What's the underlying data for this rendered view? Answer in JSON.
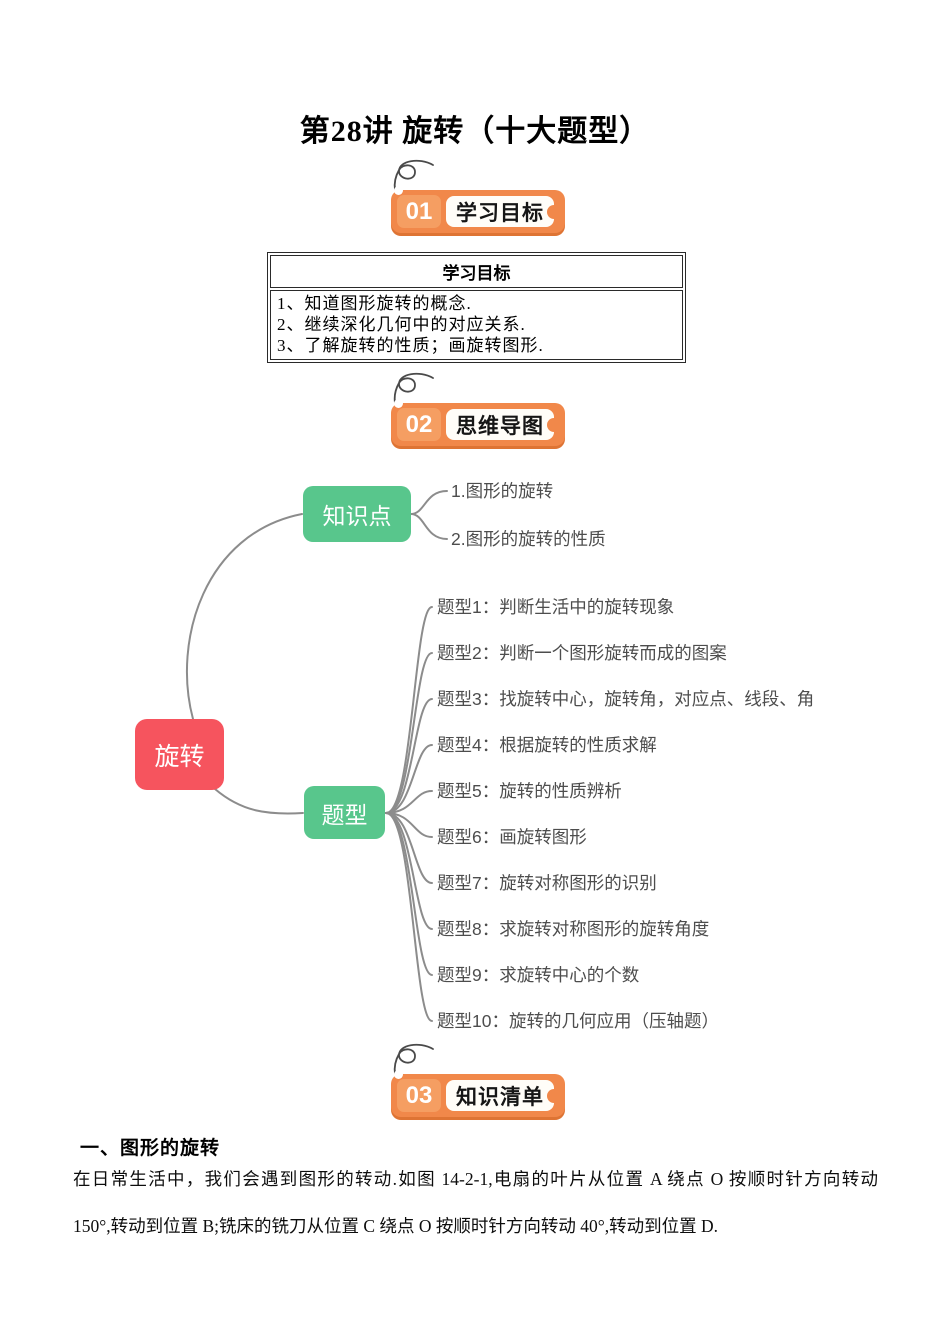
{
  "page_title": "第28讲 旋转（十大题型）",
  "section_badges": [
    {
      "number": "01",
      "label": "学习目标"
    },
    {
      "number": "02",
      "label": "思维导图"
    },
    {
      "number": "03",
      "label": "知识清单"
    }
  ],
  "objectives": {
    "header": "学习目标",
    "items": [
      "1、知道图形旋转的概念.",
      "2、继续深化几何中的对应关系.",
      "3、了解旋转的性质；画旋转图形."
    ]
  },
  "mindmap": {
    "root_label": "旋转",
    "branches": [
      {
        "label": "知识点",
        "items": [
          "1.图形的旋转",
          "2.图形的旋转的性质"
        ]
      },
      {
        "label": "题型",
        "items": [
          "题型1：判断生活中的旋转现象",
          "题型2：判断一个图形旋转而成的图案",
          "题型3：找旋转中心，旋转角，对应点、线段、角",
          "题型4：根据旋转的性质求解",
          "题型5：旋转的性质辨析",
          "题型6：画旋转图形",
          "题型7：旋转对称图形的识别",
          "题型8：求旋转对称图形的旋转角度",
          "题型9：求旋转中心的个数",
          "题型10：旋转的几何应用（压轴题）"
        ]
      }
    ]
  },
  "knowledge_section": {
    "heading": "一、图形的旋转",
    "paragraph_lines": [
      "在日常生活中，我们会遇到图形的转动.如图 14-2-1,电扇的叶片从位置 A 绕点 O 按顺时针方向转动",
      "150°,转动到位置 B;铣床的铣刀从位置 C 绕点 O 按顺时针方向转动 40°,转动到位置 D."
    ]
  },
  "colors": {
    "badge_orange": "#F1884A",
    "badge_orange_dark": "#DE7434",
    "node_green": "#58C68C",
    "node_red": "#F6545E",
    "connector_gray": "#8C8C8C"
  }
}
